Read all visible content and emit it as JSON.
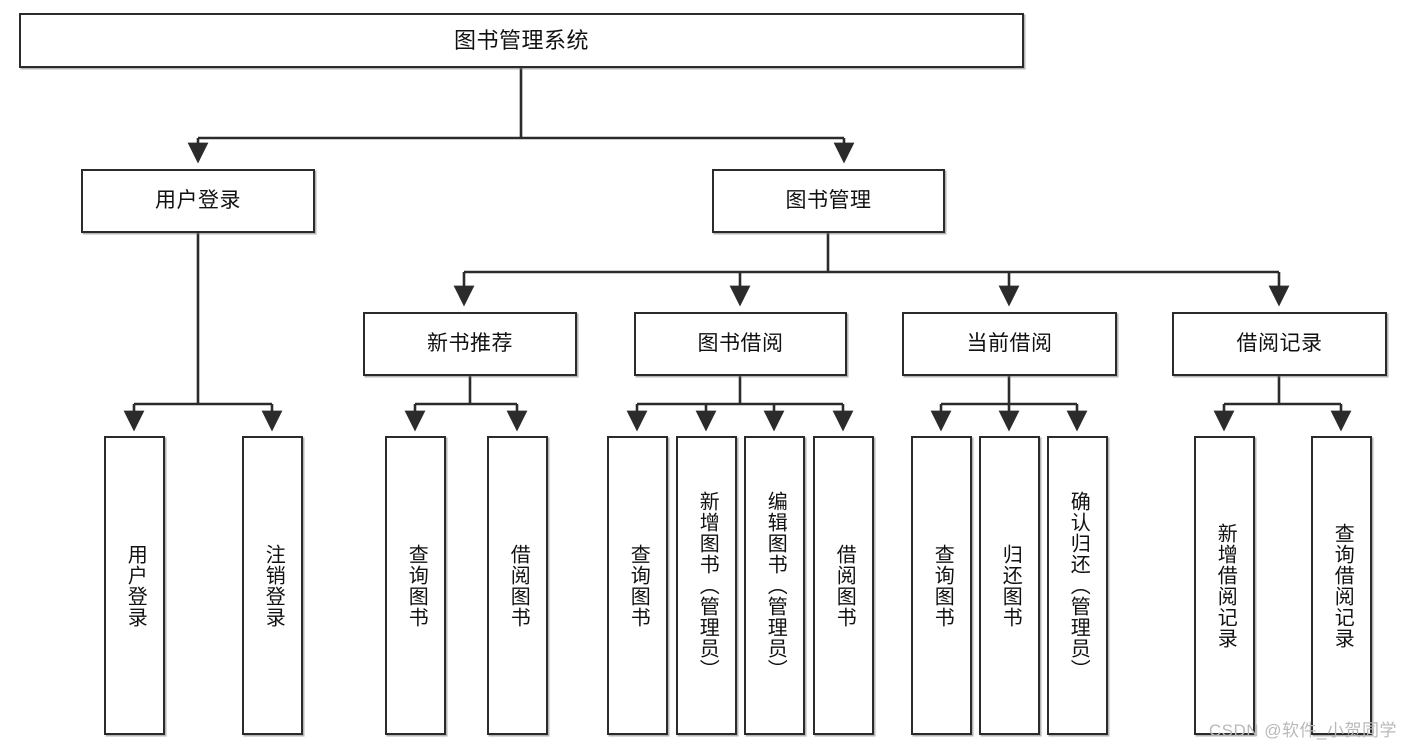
{
  "diagram": {
    "type": "tree-hierarchy",
    "title": "图书管理系统",
    "orientation": "top-down",
    "colors": {
      "box_border": "#2b2b2b",
      "box_fill": "#ffffff",
      "connector": "#2b2b2b",
      "text": "#111111",
      "watermark": "#b9b9b9"
    },
    "nodes": {
      "root": {
        "label": "图书管理系统"
      },
      "level2": [
        {
          "id": "user-login",
          "label": "用户登录"
        },
        {
          "id": "book-management",
          "label": "图书管理"
        }
      ],
      "level3": [
        {
          "id": "new-book-recommend",
          "label": "新书推荐"
        },
        {
          "id": "book-borrow",
          "label": "图书借阅"
        },
        {
          "id": "current-borrow",
          "label": "当前借阅"
        },
        {
          "id": "borrow-record",
          "label": "借阅记录"
        }
      ],
      "leaves": {
        "user_login": [
          {
            "id": "leaf-user-login",
            "label": "用户登录"
          },
          {
            "id": "leaf-logout-login",
            "label": "注销登录"
          }
        ],
        "new_book_recommend": [
          {
            "id": "leaf-query-book-1",
            "label": "查询图书"
          },
          {
            "id": "leaf-borrow-book-1",
            "label": "借阅图书"
          }
        ],
        "book_borrow": [
          {
            "id": "leaf-query-book-2",
            "label": "查询图书"
          },
          {
            "id": "leaf-add-book",
            "label": "新增图书（管理员）"
          },
          {
            "id": "leaf-edit-book",
            "label": "编辑图书（管理员）"
          },
          {
            "id": "leaf-borrow-book-2",
            "label": "借阅图书"
          }
        ],
        "current_borrow": [
          {
            "id": "leaf-query-book-3",
            "label": "查询图书"
          },
          {
            "id": "leaf-return-book",
            "label": "归还图书"
          },
          {
            "id": "leaf-confirm-return",
            "label": "确认归还（管理员）"
          }
        ],
        "borrow_record": [
          {
            "id": "leaf-add-borrow-record",
            "label": "新增借阅记录"
          },
          {
            "id": "leaf-query-borrow-record",
            "label": "查询借阅记录"
          }
        ]
      }
    },
    "watermark": "CSDN @软件_小贺同学"
  }
}
